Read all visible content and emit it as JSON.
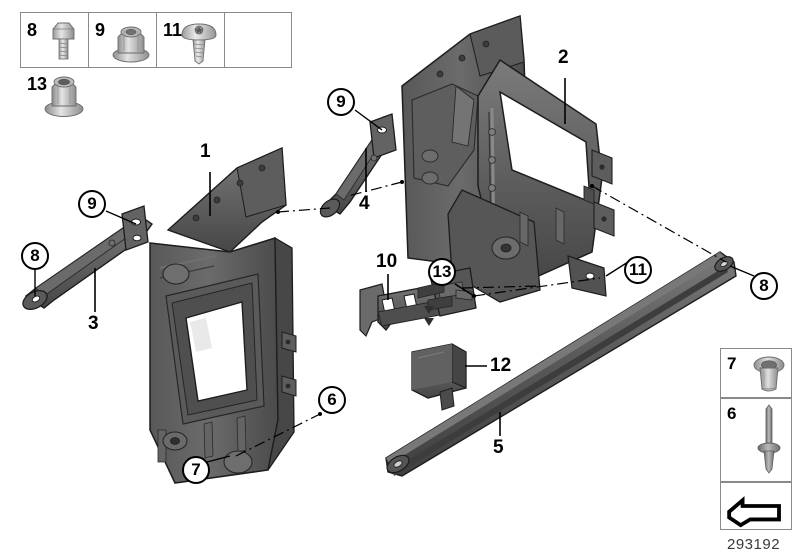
{
  "diagram": {
    "id_number": "293192",
    "background_color": "#ffffff",
    "part_fill_dark": "#4a4a4a",
    "part_fill_mid": "#5e5e5e",
    "part_fill_light": "#757575",
    "outline_color": "#1c1c1c",
    "metal_light": "#d8d8d8",
    "metal_mid": "#a8a8a8",
    "metal_dark": "#787878"
  },
  "fastener_legend": {
    "items": [
      {
        "number": "8",
        "icon": "hex-bolt-icon"
      },
      {
        "number": "9",
        "icon": "flange-nut-icon"
      },
      {
        "number": "11",
        "icon": "torx-pan-screw-icon"
      },
      {
        "number": "13",
        "icon": "hex-flange-nut-icon"
      }
    ]
  },
  "side_legend": {
    "items": [
      {
        "number": "7",
        "icon": "grommet-bushing-icon"
      },
      {
        "number": "6",
        "icon": "expanding-rivet-icon"
      }
    ],
    "direction_arrow": {
      "icon": "direction-arrow-icon"
    }
  },
  "part_labels": [
    {
      "id": "1",
      "text": "1"
    },
    {
      "id": "2",
      "text": "2"
    },
    {
      "id": "3",
      "text": "3"
    },
    {
      "id": "4",
      "text": "4"
    },
    {
      "id": "5",
      "text": "5"
    },
    {
      "id": "10",
      "text": "10"
    },
    {
      "id": "12",
      "text": "12"
    }
  ],
  "callouts": [
    {
      "id": "c8-left",
      "text": "8"
    },
    {
      "id": "c9-left",
      "text": "9"
    },
    {
      "id": "c9-mid",
      "text": "9"
    },
    {
      "id": "c7",
      "text": "7"
    },
    {
      "id": "c6",
      "text": "6"
    },
    {
      "id": "c13",
      "text": "13"
    },
    {
      "id": "c11",
      "text": "11"
    },
    {
      "id": "c8-right",
      "text": "8"
    }
  ],
  "parts": [
    {
      "id": "1",
      "name": "battery-tray-bracket-left"
    },
    {
      "id": "2",
      "name": "battery-tray-bracket-right"
    },
    {
      "id": "3",
      "name": "support-strut-left"
    },
    {
      "id": "4",
      "name": "support-strut-right"
    },
    {
      "id": "5",
      "name": "cross-brace-rod"
    },
    {
      "id": "10",
      "name": "mounting-bracket-slotted"
    },
    {
      "id": "12",
      "name": "relay-module"
    }
  ]
}
